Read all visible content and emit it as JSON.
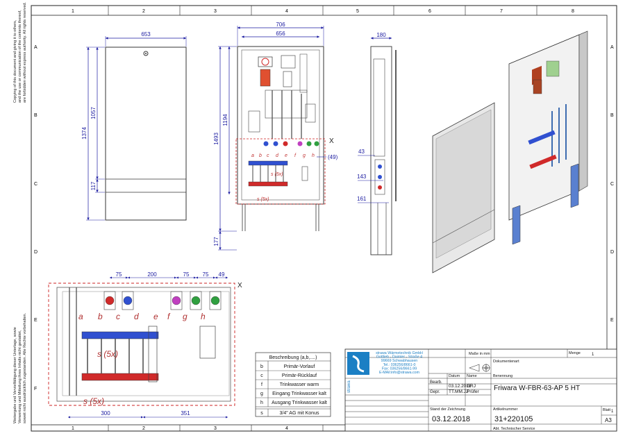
{
  "grid": {
    "columns": [
      "1",
      "2",
      "3",
      "4",
      "5",
      "6",
      "7",
      "8"
    ],
    "rows": [
      "A",
      "B",
      "C",
      "D",
      "E",
      "F"
    ]
  },
  "side_notes": {
    "left_top": "Copying of this document and giving it to others, and the use or communication of the contents thereof, are forbidden without express authority. All rights reserved.",
    "left_bottom": "Weitergabe und Vervielfältigung dieser Unterlage, sowie Verwertung und Mitteilung ihres Inhalts nicht gestattet, soweit nicht ausdrücklich zugestanden. Alle Rechte vorbehalten."
  },
  "dims": {
    "front_w": "653",
    "front_h_total": "1374",
    "front_h_door": "1057",
    "front_h_base": "117",
    "open_w_outer": "706",
    "open_w_inner": "656",
    "open_h_total": "1493",
    "open_h_body": "1194",
    "open_h_foot": "177",
    "side_w": "180",
    "side_43": "43",
    "side_143": "143",
    "side_161": "161",
    "detail_49_paren": "(49)",
    "det_75a": "75",
    "det_200": "200",
    "det_75b": "75",
    "det_75c": "75",
    "det_49": "49",
    "det_300": "300",
    "det_351": "351"
  },
  "annotations": {
    "x_mark": "X",
    "x_mark_detail": "X",
    "s5x": "s (5x)",
    "letters": [
      "a",
      "b",
      "c",
      "d",
      "e",
      "f",
      "g",
      "h"
    ]
  },
  "legend": {
    "header": "Beschreibung (a,b,....)",
    "rows": [
      {
        "key": "b",
        "text": "Primär-Vorlauf"
      },
      {
        "key": "c",
        "text": "Primär-Rücklauf"
      },
      {
        "key": "f",
        "text": "Trinkwasser warm"
      },
      {
        "key": "g",
        "text": "Eingang Trinkwasser kalt"
      },
      {
        "key": "h",
        "text": "Ausgang Trinkwasser kalt"
      }
    ],
    "extra": {
      "key": "s",
      "text": "3/4\" AG mit Konus"
    }
  },
  "titleblock": {
    "company": [
      "strawa Wärmetechnik GmbH",
      "Gottlieb - Daimler - Straße 4",
      "99669 Schwabhausen",
      "Tel.: 036256/8661-0",
      "Fax: 036256/8661-99",
      "E-MAil:info@strawa.com"
    ],
    "brand": "strawa",
    "masse": "Maße in mm",
    "menge_label": "Menge",
    "menge_val": "1",
    "dokumentenart": "Dokumentenart",
    "col_datum": "Datum",
    "col_name": "Name",
    "bearb": "Bearb.",
    "bearb_date": "03.12.2018",
    "bearb_name": "GRJ",
    "gepr": "Gepr.",
    "gepr_date": "TT.MM.JJ",
    "gepr_name": "Prüfer",
    "benennung": "Benennung",
    "title": "Friwara W-FBR-63-AP 5 HT",
    "stand_label": "Stand der Zeichnung",
    "stand": "03.12.2018",
    "artikel_label": "Artikelnummer",
    "artikel": "31+220105",
    "blatt_label": "Blatt",
    "blatt": "1",
    "format": "A3",
    "dept": "Abt. Technischer Service"
  },
  "colors": {
    "dim": "#1a1aa0",
    "red_dashed": "#cc2020",
    "line": "#333333",
    "blue": "#3050d0",
    "red": "#d02a2a",
    "magenta": "#c040c0",
    "green": "#30a040",
    "strawa_blue": "#1b7fc4"
  }
}
